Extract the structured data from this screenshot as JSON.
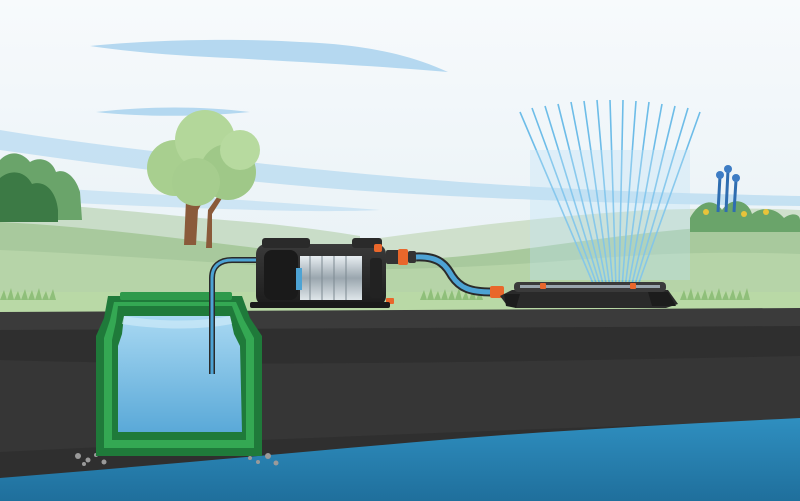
{
  "illustration": {
    "kind": "garden irrigation with underground rainwater tank",
    "components": [
      "underground-tank",
      "suction-hose",
      "surface-pump",
      "garden-hose",
      "oscillating-sprinkler",
      "water-spray"
    ],
    "colors": {
      "sky_top": "#eef4f8",
      "cloud": "#a9d3ee",
      "hill_far": "#c5dbc7",
      "hill_mid": "#a9c99f",
      "grass": "#b9d9a6",
      "soil_top": "#3a3a3a",
      "soil": "#2f2f2f",
      "groundwater": "#2d89b7",
      "tank_green": "#34a853",
      "tank_dark": "#1f7a3a",
      "water": "#7ec3ea",
      "hose_blue": "#4da3d4",
      "pump_body": "#2a2a2a",
      "accent_orange": "#e9672b",
      "spray": "#5fb6e6"
    }
  }
}
